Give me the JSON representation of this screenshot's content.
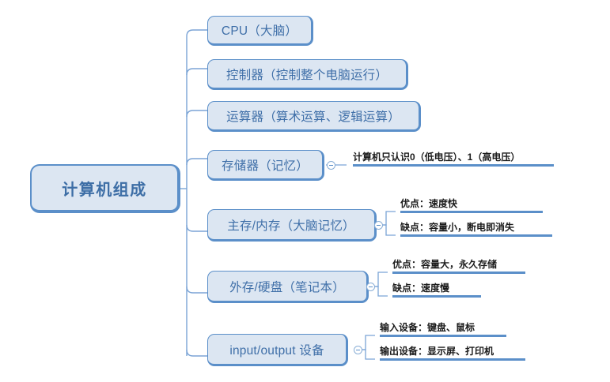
{
  "diagram": {
    "title": "计算机组成",
    "type": "mind-map",
    "accent_color": "#5b8fc9",
    "node_fill": "#dce6f2",
    "node_text_color": "#3f6fa8",
    "leaf_text_color": "#1b1b1b",
    "root": {
      "label": "计算机组成"
    },
    "branches": [
      {
        "label": "CPU（大脑）",
        "toggle": false,
        "children": []
      },
      {
        "label": "控制器（控制整个电脑运行）",
        "toggle": false,
        "children": []
      },
      {
        "label": "运算器（算术运算、逻辑运算）",
        "toggle": false,
        "children": []
      },
      {
        "label": "存储器（记忆）",
        "toggle": true,
        "toggle_state": "expanded",
        "children": [
          {
            "label": "计算机只认识0（低电压）、1（高电压）"
          }
        ]
      },
      {
        "label": "主存/内存（大脑记忆）",
        "toggle": true,
        "toggle_state": "expanded",
        "children": [
          {
            "label": "优点：速度快"
          },
          {
            "label": "缺点：容量小，断电即消失"
          }
        ]
      },
      {
        "label": "外存/硬盘（笔记本）",
        "toggle": true,
        "toggle_state": "expanded",
        "children": [
          {
            "label": "优点：容量大，永久存储"
          },
          {
            "label": "缺点：速度慢"
          }
        ]
      },
      {
        "label": "input/output 设备",
        "toggle": true,
        "toggle_state": "expanded",
        "children": [
          {
            "label": "输入设备：键盘、鼠标"
          },
          {
            "label": "输出设备：显示屏、打印机"
          }
        ]
      }
    ]
  }
}
